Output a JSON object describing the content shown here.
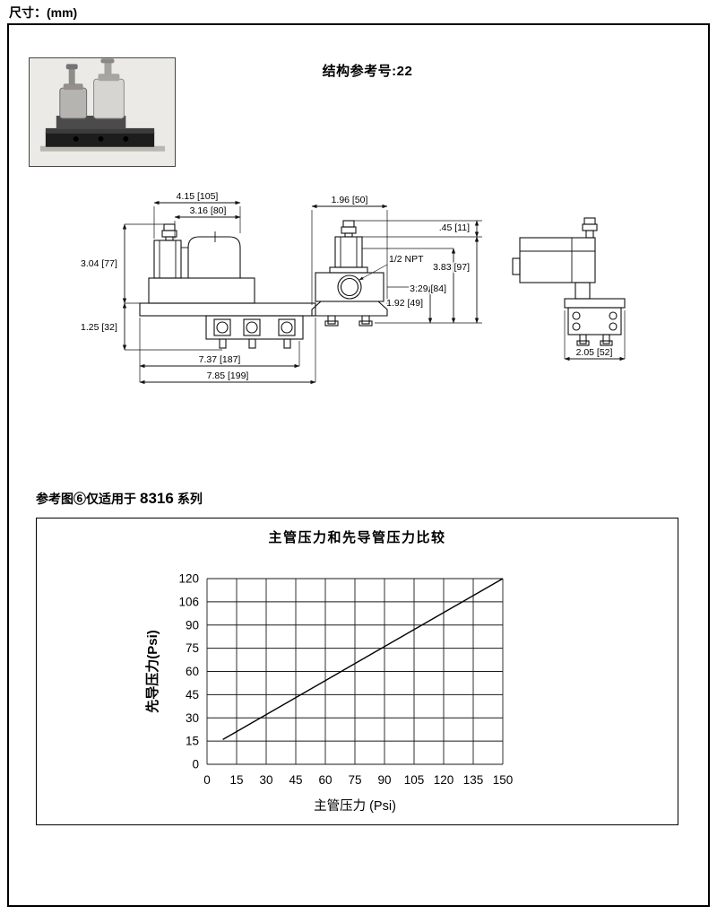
{
  "page": {
    "units_note": "尺寸：(mm)"
  },
  "header": {
    "construction_ref": "结构参考号:22"
  },
  "drawing": {
    "left_view": {
      "width_total": "4.15 [105]",
      "width_upper": "3.16 [80]",
      "height_upper": "3.04 [77]",
      "height_base": "1.25 [32]",
      "length_inner": "7.37 [187]",
      "length_total": "7.85 [199]"
    },
    "end_view": {
      "width_top": "1.96 [50]",
      "offset_top": ".45 [11]",
      "port_label": "1/2 NPT",
      "height_total": "3.83 [97]",
      "height_mid": "3.29 [84]",
      "height_lower": "1.92 [49]"
    },
    "side_view": {
      "width_base": "2.05 [52]"
    }
  },
  "note": {
    "prefix": "参考图⑥仅适用于",
    "series": "8316",
    "suffix": "系列"
  },
  "chart_data": {
    "type": "line",
    "title": "主管压力和先导管压力比较",
    "xlabel": "主管压力 (Psi)",
    "ylabel": "先导压力(Psi)",
    "xlim": [
      0,
      150
    ],
    "ylim": [
      0,
      120
    ],
    "x_ticks": [
      0,
      15,
      30,
      45,
      60,
      75,
      90,
      105,
      120,
      135,
      150
    ],
    "y_ticks": [
      0,
      15,
      30,
      45,
      60,
      75,
      90,
      105,
      120
    ],
    "y_tick_labels": [
      "0",
      "15",
      "30",
      "45",
      "60",
      "75",
      "90",
      "106",
      "120"
    ],
    "grid": true,
    "legend": "none",
    "grid_color": "#1a1a1a",
    "line_color": "#000000",
    "series": [
      {
        "name": "pilot_vs_main_pressure",
        "x": [
          8,
          150
        ],
        "y": [
          16,
          120
        ]
      }
    ]
  }
}
